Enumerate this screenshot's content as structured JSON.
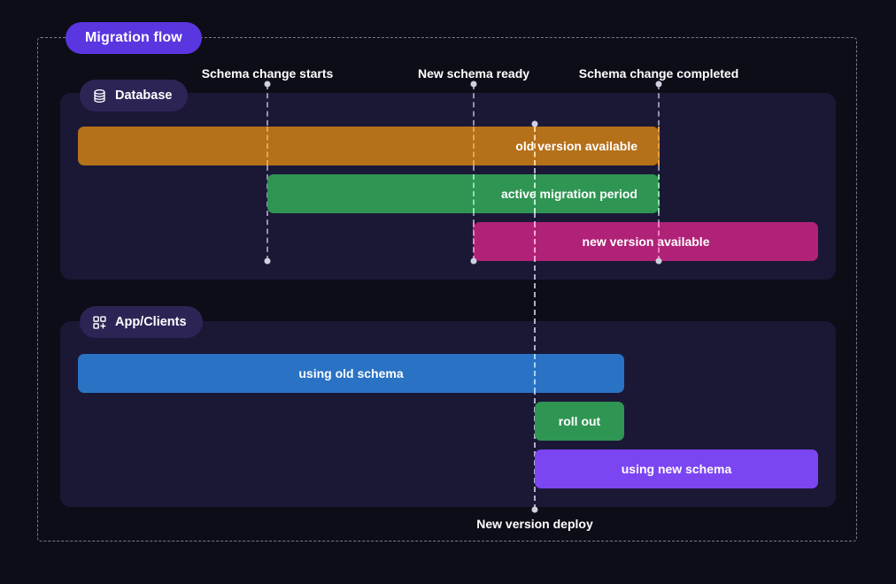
{
  "diagram": {
    "title": "Migration flow",
    "lanes": [
      {
        "name": "Database",
        "icon": "database-icon",
        "bars": [
          {
            "label": "old version available",
            "color": "#b5701a"
          },
          {
            "label": "active migration period",
            "color": "#2f9553"
          },
          {
            "label": "new version available",
            "color": "#b02277"
          }
        ]
      },
      {
        "name": "App/Clients",
        "icon": "app-grid-plus-icon",
        "bars": [
          {
            "label": "using old schema",
            "color": "#2a72c4"
          },
          {
            "label": "roll out",
            "color": "#2f9553"
          },
          {
            "label": "using new schema",
            "color": "#7c45f2"
          }
        ]
      }
    ],
    "milestones": [
      {
        "label": "Schema change starts"
      },
      {
        "label": "New schema ready"
      },
      {
        "label": "Schema change completed"
      }
    ],
    "deploy_marker": {
      "label": "New version deploy"
    }
  },
  "colors": {
    "background": "#0d0d17",
    "panel": "#1b1836",
    "badge": "#5a36e0",
    "pill": "#2d2456",
    "frame": "#8e8ea8",
    "marker": "#cfcfe0"
  }
}
